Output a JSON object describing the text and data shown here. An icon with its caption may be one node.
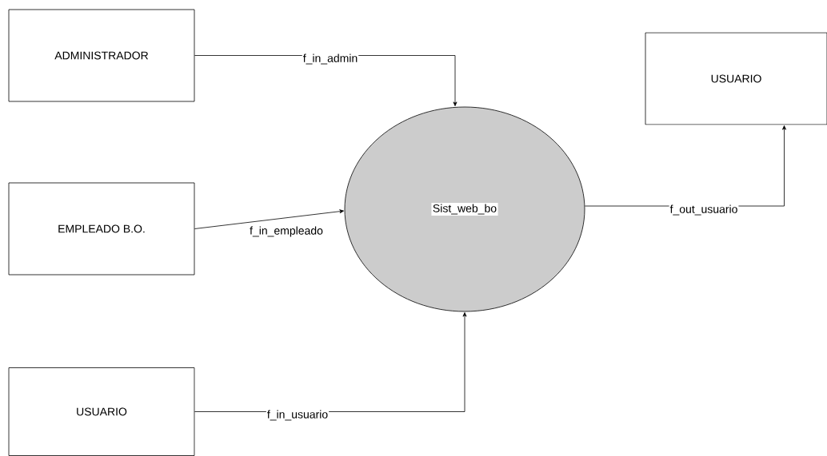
{
  "diagram": {
    "nodes": [
      {
        "text": [
          "ADMINISTRADOR"
        ]
      },
      {
        "text": [
          "USUARIO"
        ]
      },
      {
        "text": [
          "Sist_web_bo"
        ]
      },
      {
        "text": [
          "EMPLEADO B.O."
        ]
      },
      {
        "text": [
          "USUARIO"
        ]
      }
    ],
    "edges": [
      {
        "from": 0,
        "to": 2,
        "arrow": "to",
        "label": "f_in_admin"
      },
      {
        "from": 3,
        "to": 2,
        "arrow": "to",
        "label": "f_in_empleado"
      },
      {
        "from": 4,
        "to": 2,
        "arrow": "to",
        "label": "f_in_usuario"
      },
      {
        "from": 2,
        "to": 1,
        "arrow": "to",
        "label": "f_out_usuario"
      }
    ]
  }
}
